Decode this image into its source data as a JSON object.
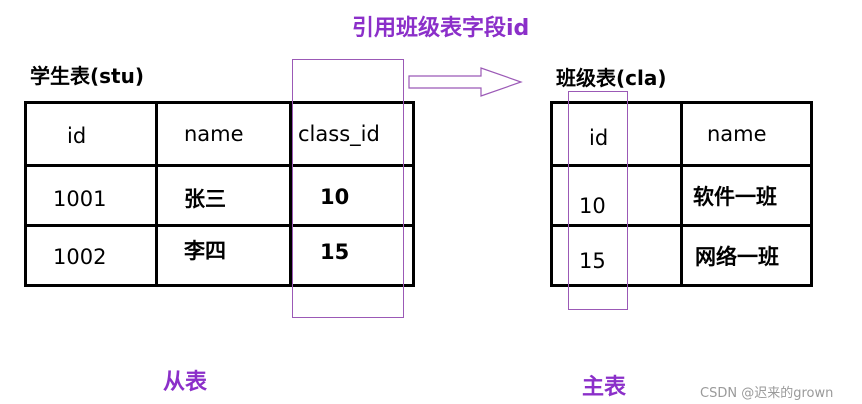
{
  "caption": "引用班级表字段id",
  "left_table": {
    "title": "学生表(stu)",
    "headers": [
      "id",
      "name",
      "class_id"
    ],
    "rows": [
      [
        "1001",
        "张三",
        "10"
      ],
      [
        "1002",
        "李四",
        "15"
      ]
    ],
    "label": "从表"
  },
  "right_table": {
    "title": "班级表(cla)",
    "headers": [
      "id",
      "name"
    ],
    "rows": [
      [
        "10",
        "软件一班"
      ],
      [
        "15",
        "网络一班"
      ]
    ],
    "label": "主表"
  },
  "watermark": "CSDN @迟来的grown",
  "colors": {
    "accent": "#8B2FC9",
    "highlight_border": "#9b59b6"
  }
}
